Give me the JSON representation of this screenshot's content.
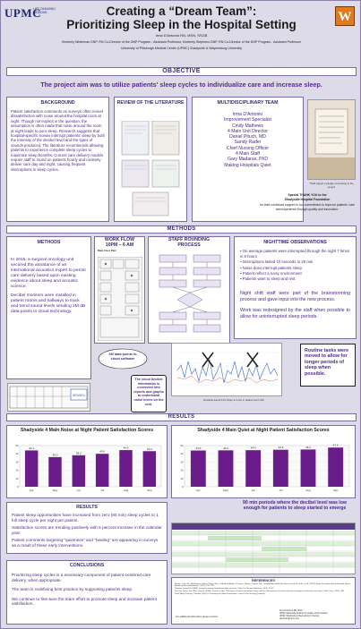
{
  "header": {
    "logo_text": "UPMC",
    "logo_sub": "LIFE CHANGING MEDICINE",
    "w_logo": "W",
    "title_line1": "Creating a “Dream Team”:",
    "title_line2": "Prioritizing Sleep in the Hospital Setting",
    "author_line1": "Irma D'Antonio RN, MSN, SSGB",
    "author_line2": "Kimberly Whiteman DNP, RN Co-Director of the DNP Program - Assistant Professor, Kimberly Stephens DNP, RN Co-Director of the DNP Program - Assistant Professor",
    "author_line3": "University of Pittsburgh Medical Center (UPMC) Shadyside & Waynesburg University"
  },
  "objective": {
    "heading": "OBJECTIVE",
    "text": "The project aim was to utilize patients' sleep cycles to individualize care and increase sleep."
  },
  "background": {
    "heading": "BACKGROUND",
    "text": "Patient satisfaction comments on surveys often reveal dissatisfaction with noise around the hospital room at night. Though not explicit in the question, the assumption is often made that noise around the room at night leads to poor sleep. Research suggests that hospital-specific noises interrupt patients' sleep by both the intensity of the decibel level and the types of sounds produced. The literature recommends allowing patients to experience complete sleep cycles to maximize sleep benefits. Current care delivery models require staff to round on patients hourly and routinely deliver care day and night, causing frequent interruptions in sleep cycles."
  },
  "literature": {
    "heading": "REVIEW OF THE LITERATURE"
  },
  "team": {
    "heading": "MULTIDISCIPLINARY TEAM",
    "members": [
      "Irma D'Antonio",
      "Improvement Specialist",
      "Cindy Mathews",
      "4 Main Unit Director",
      "Daniel Pituch, MD",
      "Sandy Rader",
      "Chief Nursing Officer",
      "4 Main Staff",
      "Gary Madaras, PhD",
      "Making Hospitals Quiet"
    ],
    "photo_caption": "*Staff signed a pledge committing to the project",
    "thanks_title": "Special THANK YOU to the",
    "thanks_org": "Shadyside Hospital Foundation",
    "thanks_text": "for their continued support in our commitment to improve patients' care and experience through quality and innovation."
  },
  "methods_band": {
    "heading": "METHODS"
  },
  "methods": {
    "heading": "METHODS",
    "para1": "In 2015, a surgical oncology unit secured the assistance of an international acoustics expert to permit care delivery based upon existing evidence about sleep and acoustic science.",
    "para2": "Decibel monitors were installed in patient rooms and hallways to track and trend sound levels sending 2M dB data points to cloud technology.",
    "floor_label": "SENSEU"
  },
  "workflow": {
    "heading_line1": "WORK FLOW",
    "heading_line2": "10PM – 6 AM",
    "plan_label": "Main Floor Plan"
  },
  "rounding": {
    "heading_line1": "STAFF ROUNDING",
    "heading_line2": "PROCESS"
  },
  "observations": {
    "heading": "NIGHTTIME OBSERVATIONS",
    "bullets": [
      "On average patients were interrupted through the night 7 times in 8 hours",
      "Interruptions lasted 10 seconds to 20 min",
      "Noise does interrupt patients sleep",
      "Patient reflect a noisy environment",
      "Patients want to sleep and rest"
    ],
    "para1": "Night shift staff were part of the brainstorming process and gave input into the new process.",
    "para2": "Work was redesigned by the staff when possible to allow for uninterrupted sleep periods."
  },
  "cloud_callout": "2M data points to cloud software",
  "converted_callout": "The cloud decibel information is converted into reports and graphs to understand noise levels on the unit.",
  "decibel_caption": "Decibels levels from 10pm to 6 am in patient room 401",
  "routine_callout": "Routine tasks were moved to allow for longer periods of sleep when possible.",
  "results_band": {
    "heading": "RESULTS"
  },
  "results": {
    "heading": "RESULTS",
    "items": [
      "Patient sleep opportunities have increased from zero (90 min) sleep cycles to 1 full sleep cycle per night per patient.",
      "Satisfaction scores are trending positively with 5 percent increase in the calendar year.",
      "Patient comments targeting \"quietness\" and \"healing\" are appearing in surveys as a result of these early interventions."
    ],
    "sleep_callout": "90 min periods where the decibel level was low enough for patients to sleep started to emerge"
  },
  "conclusions": {
    "heading": "CONCLUSIONS",
    "items": [
      "Prioritizing sleep cycles is a necessary component of patient-centered care delivery, when appropriate.",
      "The team is redefining best practice by supporting patients sleep.",
      "We continue to fine-tune the team effort to promote sleep and increase patient satisfaction."
    ]
  },
  "references": {
    "heading": "REFERENCES",
    "items": [
      "Buxton, Orfeu M.; Ellenbogen, Jeffrey; Wang, Wei; Carballeira, Andy; O'Connor, Shawn; Cooper, Dan; Gordhandas, Ankit; McKinney, Scott M.; Solet, Jo M. (2012). Sleep Disruption due to Hospital Noises. Annals of Internal Medicine, 157(3), 170-179.",
      "Flaherty, Joseph H. (2008). Insomnia among hospitalized older persons. Clinics in Geriatric Medicine, 24(1), 51-67.",
      "Xie, Hui; Kang, Jian; Mills, Gary H. (2009). Clinical review: The impact of noise on patients' sleep and the effectiveness of noise reduction strategies in intensive care units. Critical Care, 13(2), 208.",
      "Pettit, Amy; Delaney, Christine (2014). Preventing the Sleep Interruption. Critical Care Nursing Quarterly."
    ],
    "contact_label": "For additional information please contact:",
    "contact_lines": [
      "Irma D'Antonio RN, MSN",
      "UPMC Shadyside Institute for Quality and Innovation",
      "UPMC Shadyside & Waynesburg University",
      "dantonioi@upmc.edu"
    ]
  },
  "chart_data": [
    {
      "type": "bar",
      "title": "Shadyside 4 Main Noise at Night Patient Satisfaction Scores",
      "categories": [
        "Apr",
        "May",
        "Jun",
        "Jul",
        "Aug",
        "Sep"
      ],
      "values": [
        44.1,
        36.0,
        38.2,
        40.0,
        44.5,
        43.2
      ],
      "ylim": [
        0,
        50
      ],
      "color": "#6a1d8a"
    },
    {
      "type": "bar",
      "title": "Shadyside 4 Main Quiet at Night Patient Satisfaction Scores",
      "categories": [
        "Apr",
        "May",
        "Jun",
        "Jul",
        "Aug",
        "Sep"
      ],
      "values": [
        44.0,
        44.2,
        44.4,
        44.9,
        45.2,
        47.6
      ],
      "ylim": [
        0,
        50
      ],
      "color": "#6a1d8a"
    }
  ]
}
